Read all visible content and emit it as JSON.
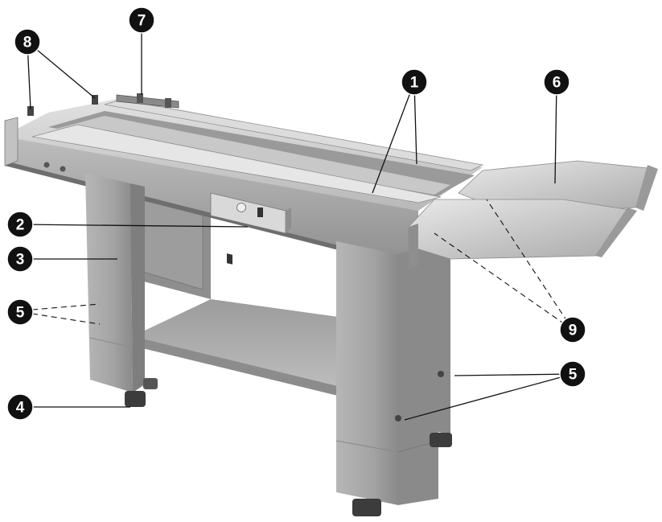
{
  "callouts": [
    {
      "id": "c1",
      "number": "1"
    },
    {
      "id": "c2",
      "number": "2"
    },
    {
      "id": "c3",
      "number": "3"
    },
    {
      "id": "c4",
      "number": "4"
    },
    {
      "id": "c5a",
      "number": "5"
    },
    {
      "id": "c5b",
      "number": "5"
    },
    {
      "id": "c6",
      "number": "6"
    },
    {
      "id": "c7",
      "number": "7"
    },
    {
      "id": "c8",
      "number": "8"
    },
    {
      "id": "c9",
      "number": "9"
    }
  ],
  "colors": {
    "metal_light": "#d4d4d4",
    "metal_mid": "#a9a9a9",
    "metal_dark": "#7c7c7c",
    "shadow": "#5a5a5a",
    "callout_fill": "#111111"
  }
}
